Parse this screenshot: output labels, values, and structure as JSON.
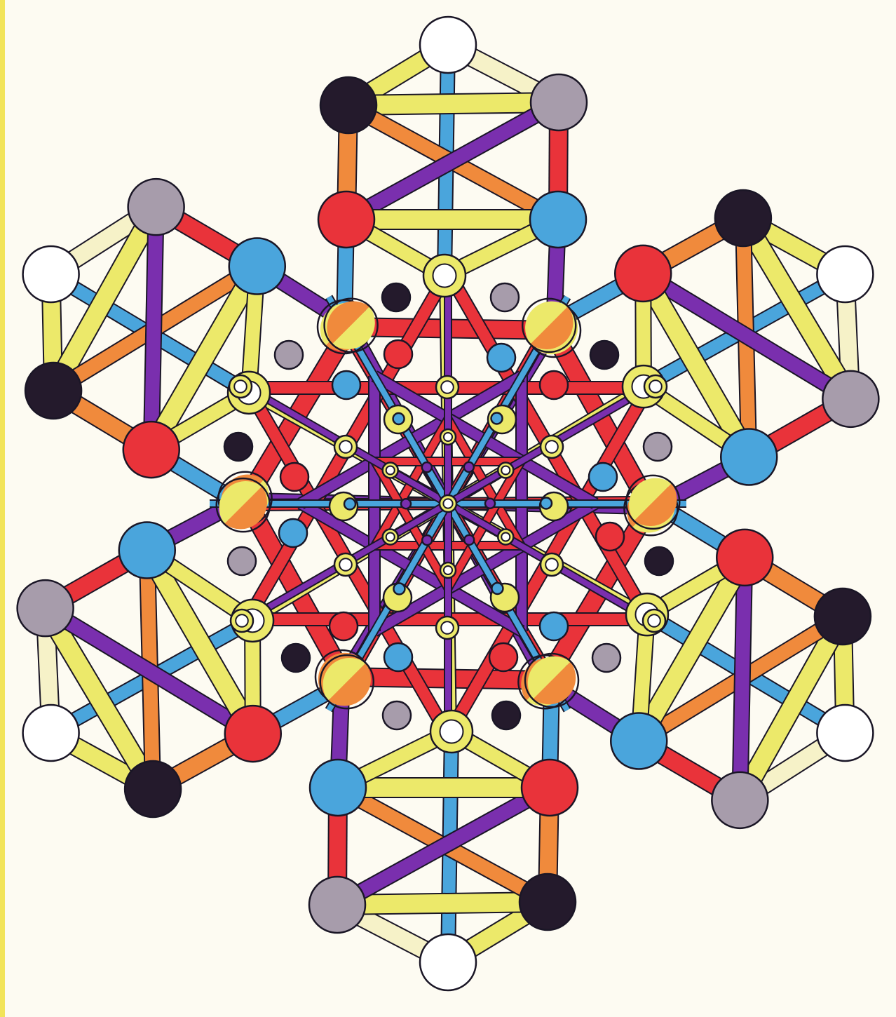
{
  "palette": {
    "background": "#fdfbf2",
    "page_edge": "#f2e45a",
    "outline": "#1a1626",
    "white": "#ffffff",
    "black": "#241a2c",
    "gray": "#a79cab",
    "red": "#e9333a",
    "blue": "#4aa5dc",
    "yellow": "#ece96a",
    "cream": "#f6f2c8",
    "purple": "#7a2fae",
    "orange": "#f08a3c",
    "teal": "#3f8f78"
  },
  "symmetry": "six-fold",
  "node_colors_per_arm": [
    "white",
    "black",
    "gray",
    "red",
    "blue"
  ],
  "rod_colors": [
    "yellow",
    "cream",
    "blue",
    "red",
    "purple",
    "orange"
  ]
}
